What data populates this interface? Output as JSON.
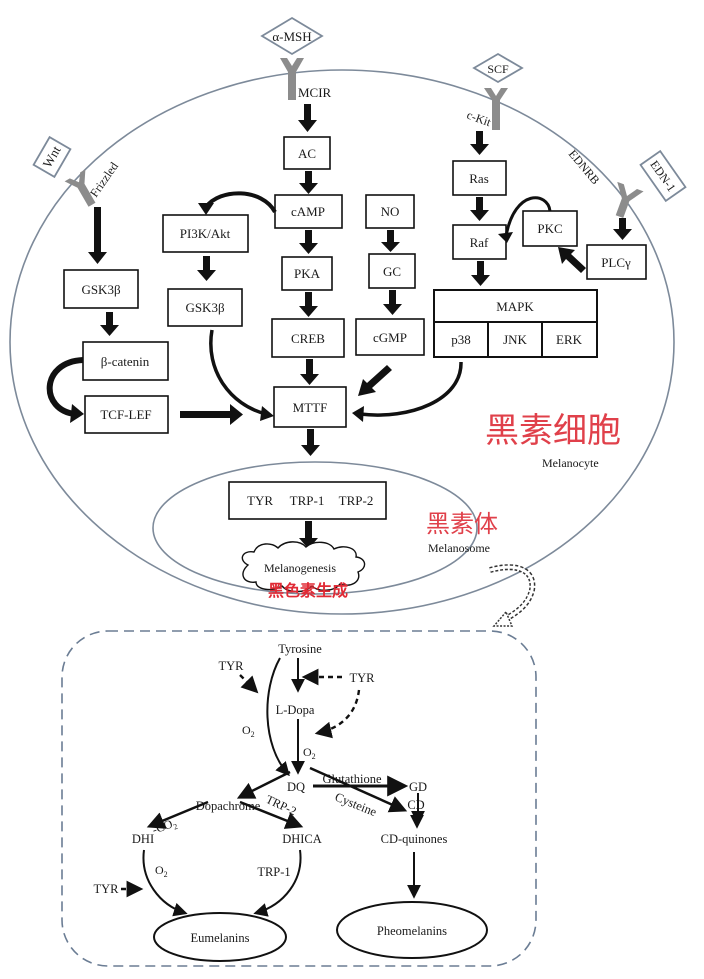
{
  "ligands": {
    "alpha_msh": "α-MSH",
    "wnt": "Wnt",
    "scf": "SCF",
    "edn1": "EDN-1"
  },
  "receptors": {
    "mc1r": "MCIR",
    "frizzled": "Frizzled",
    "ckit": "c-Kit",
    "ednrb": "EDNRB"
  },
  "signaling_nodes": {
    "ac": "AC",
    "camp": "cAMP",
    "pka": "PKA",
    "creb": "CREB",
    "pi3k_akt": "PI3K/Akt",
    "gsk3b_pi3k": "GSK3β",
    "gsk3b_wnt": "GSK3β",
    "beta_catenin": "β-catenin",
    "tcf_lef": "TCF-LEF",
    "no": "NO",
    "gc": "GC",
    "cgmp": "cGMP",
    "ras": "Ras",
    "raf": "Raf",
    "pkc": "PKC",
    "plcg": "PLCγ",
    "mapk": "MAPK",
    "p38": "p38",
    "jnk": "JNK",
    "erk": "ERK",
    "mitf": "MTTF"
  },
  "melanocyte": {
    "label_cn": "黑素细胞",
    "label_en": "Melanocyte"
  },
  "melanosome": {
    "label_cn": "黑素体",
    "label_en": "Melanosome",
    "enzymes": [
      "TYR",
      "TRP-1",
      "TRP-2"
    ],
    "process_en": "Melanogenesis",
    "process_cn": "黑色素生成"
  },
  "pathway": {
    "tyrosine": "Tyrosine",
    "tyr_left": "TYR",
    "tyr_right": "TYR",
    "o2_left": "O",
    "o2_mid": "O",
    "o2_sub": "2",
    "ldopa": "L-Dopa",
    "dq": "DQ",
    "glutathione": "Glutathione",
    "gd": "GD",
    "cysteine": "Cysteine",
    "cd": "CD",
    "dopachrome": "Dopachrome",
    "minus_co2": "-CO",
    "trp2": "TRP-2",
    "dhi": "DHI",
    "dhica": "DHICA",
    "o2_dhi": "O",
    "trp1": "TRP-1",
    "tyr_bottom": "TYR",
    "cd_quinones": "CD-quinones",
    "eumelanins": "Eumelanins",
    "pheomelanins": "Pheomelanins"
  },
  "colors": {
    "membrane": "#7d8a9a",
    "receptor": "#8c8c8c",
    "chinese_label": "#e0404a",
    "arrow": "#111111"
  }
}
